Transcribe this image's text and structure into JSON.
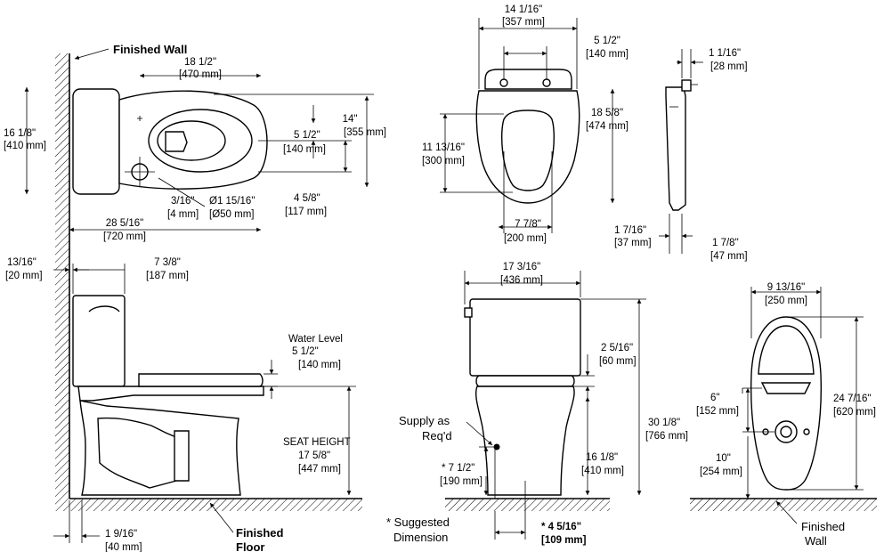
{
  "labels": {
    "finished_wall_top": "Finished Wall",
    "finished_floor_line1": "Finished",
    "finished_floor_line2": "Floor",
    "finished_wall_bottom_line1": "Finished",
    "finished_wall_bottom_line2": "Wall",
    "water_level": "Water Level",
    "seat_height": "SEAT HEIGHT",
    "supply_line1": "Supply as",
    "supply_line2": "Req'd",
    "suggested_line1": "* Suggested",
    "suggested_line2": "Dimension"
  },
  "top_view": {
    "d1": {
      "in": "18 1/2\"",
      "mm": "[470 mm]"
    },
    "d2": {
      "in": "16 1/8\"",
      "mm": "[410 mm]"
    },
    "d3": {
      "in": "14\"",
      "mm": "[355 mm]"
    },
    "d4": {
      "in": "5 1/2\"",
      "mm": "[140 mm]"
    },
    "d5": {
      "in": "4 5/8\"",
      "mm": "[117 mm]"
    },
    "d6": {
      "in": "3/16\"",
      "mm": "[4 mm]"
    },
    "d7": {
      "in": "Ø1 15/16\"",
      "mm": "[Ø50 mm]"
    },
    "d8": {
      "in": "28 5/16\"",
      "mm": "[720 mm]"
    }
  },
  "seat_view": {
    "d1": {
      "in": "14 1/16\"",
      "mm": "[357 mm]"
    },
    "d2": {
      "in": "5 1/2\"",
      "mm": "[140 mm]"
    },
    "d3": {
      "in": "18 5/8\"",
      "mm": "[474 mm]"
    },
    "d4": {
      "in": "11 13/16\"",
      "mm": "[300 mm]"
    },
    "d5": {
      "in": "7 7/8\"",
      "mm": "[200 mm]"
    }
  },
  "seat_side": {
    "d1": {
      "in": "1 1/16\"",
      "mm": "[28 mm]"
    },
    "d2": {
      "in": "1 7/16\"",
      "mm": "[37 mm]"
    },
    "d3": {
      "in": "1 7/8\"",
      "mm": "[47 mm]"
    }
  },
  "side_view": {
    "d1": {
      "in": "13/16\"",
      "mm": "[20 mm]"
    },
    "d2": {
      "in": "7 3/8\"",
      "mm": "[187 mm]"
    },
    "d3": {
      "in": "5 1/2\"",
      "mm": "[140 mm]"
    },
    "d4": {
      "in": "17 5/8\"",
      "mm": "[447 mm]"
    },
    "d5": {
      "in": "1 9/16\"",
      "mm": "[40 mm]"
    }
  },
  "front_view": {
    "d1": {
      "in": "17 3/16\"",
      "mm": "[436 mm]"
    },
    "d2": {
      "in": "2 5/16\"",
      "mm": "[60 mm]"
    },
    "d3": {
      "in": "30 1/8\"",
      "mm": "[766 mm]"
    },
    "d4": {
      "in": "16 1/8\"",
      "mm": "[410 mm]"
    },
    "d5": {
      "in": "* 7 1/2\"",
      "mm": "[190 mm]"
    },
    "d6": {
      "in": "* 4 5/16\"",
      "mm": "[109 mm]"
    }
  },
  "floor_plan": {
    "d1": {
      "in": "9 13/16\"",
      "mm": "[250 mm]"
    },
    "d2": {
      "in": "6\"",
      "mm": "[152 mm]"
    },
    "d3": {
      "in": "24 7/16\"",
      "mm": "[620 mm]"
    },
    "d4": {
      "in": "10\"",
      "mm": "[254 mm]"
    }
  }
}
